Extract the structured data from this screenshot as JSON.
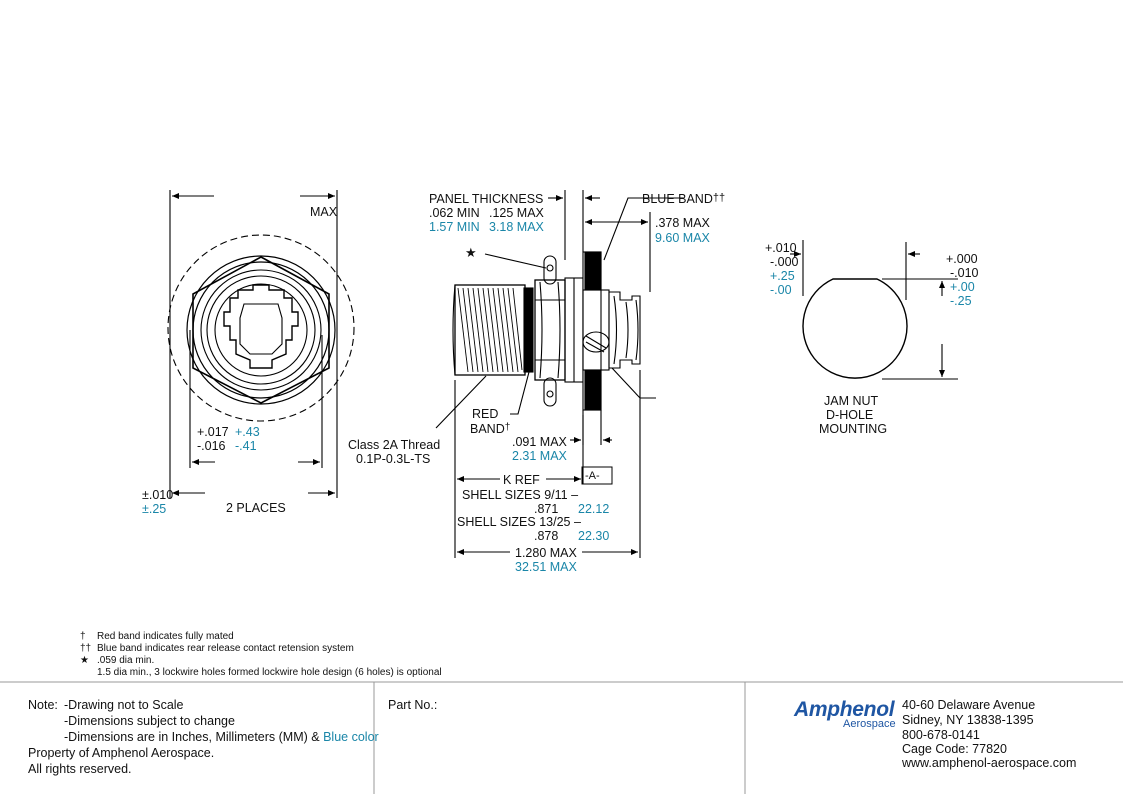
{
  "front_view": {
    "max_label": "MAX",
    "tol_plus_in": "+.017",
    "tol_plus_mm": "+.43",
    "tol_minus_in": "-.016",
    "tol_minus_mm": "-.41",
    "tol_pm_in": "±.010",
    "tol_pm_mm": "±.25",
    "places_label": "2 PLACES"
  },
  "side_view": {
    "panel_thickness_label": "PANEL THICKNESS",
    "panel_min_in": ".062 MIN",
    "panel_max_in": ".125 MAX",
    "panel_min_mm": "1.57 MIN",
    "panel_max_mm": "3.18 MAX",
    "blue_band_label": "BLUE BAND",
    "blue_band_mark": "††",
    "max_378_in": ".378 MAX",
    "max_378_mm": "9.60 MAX",
    "star_mark": "★",
    "red_band_label_1": "RED",
    "red_band_label_2": "BAND",
    "red_band_mark": "†",
    "thread_label_1": "Class 2A Thread",
    "thread_label_2": "0.1P-0.3L-TS",
    "max_091_in": ".091 MAX",
    "max_091_mm": "2.31 MAX",
    "k_ref_label": "K REF",
    "datum_label": "-A-",
    "shell_sizes_1": "SHELL SIZES 9/11 –",
    "shell_1_in": ".871",
    "shell_1_mm": "22.12",
    "shell_sizes_2": "SHELL SIZES 13/25 –",
    "shell_2_in": ".878",
    "shell_2_mm": "22.30",
    "overall_in": "1.280 MAX",
    "overall_mm": "32.51 MAX"
  },
  "dhole_view": {
    "left_plus_in": "+.010",
    "left_minus_in": "-.000",
    "left_plus_mm": "+.25",
    "left_minus_mm": "-.00",
    "right_plus_in": "+.000",
    "right_minus_in": "-.010",
    "right_plus_mm": "+.00",
    "right_minus_mm": "-.25",
    "caption_1": "JAM NUT",
    "caption_2": "D-HOLE",
    "caption_3": "MOUNTING"
  },
  "footnotes": [
    {
      "mark": "†",
      "text": "Red band indicates fully mated"
    },
    {
      "mark": "††",
      "text": "Blue band indicates rear release contact retension system"
    },
    {
      "mark": "★",
      "text": ".059 dia min."
    },
    {
      "mark": "",
      "text": "1.5 dia min., 3 lockwire holes formed lockwire hole design (6 holes) is optional"
    }
  ],
  "title_block": {
    "note_label": "Note:",
    "note_1": "-Drawing not to Scale",
    "note_2": "-Dimensions subject to change",
    "note_3": "-Dimensions are in Inches, Millimeters (MM) &",
    "note_3_blue": "Blue color",
    "property": "Property of Amphenol Aerospace.",
    "rights": "All rights reserved.",
    "part_no_label": "Part No.:",
    "logo_text": "Amphenol",
    "logo_sub": "Aerospace",
    "address_1": "40-60 Delaware Avenue",
    "address_2": "Sidney, NY 13838-1395",
    "phone": "800-678-0141",
    "cage_code": "Cage Code: 77820",
    "website": "www.amphenol-aerospace.com"
  },
  "colors": {
    "metric_blue": "#1a86a8",
    "brand_blue": "#1f56a3"
  }
}
